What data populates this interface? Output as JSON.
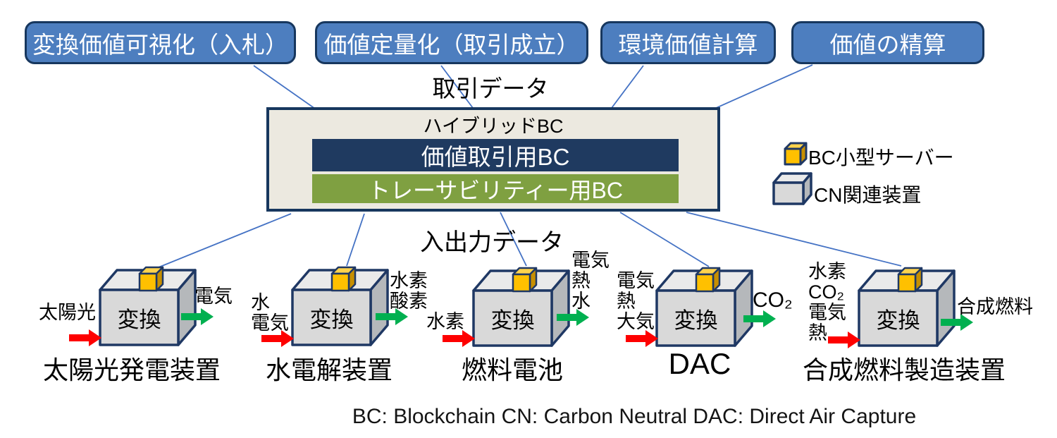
{
  "header_boxes": [
    {
      "label": "変換価値可視化（入札）"
    },
    {
      "label": "価値定量化（取引成立）"
    },
    {
      "label": "環境価値計算"
    },
    {
      "label": "価値の精算"
    }
  ],
  "flow_labels": {
    "top": "取引データ",
    "bottom": "入出力データ"
  },
  "hybrid_bc": {
    "title": "ハイブリッドBC",
    "trading": "価値取引用BC",
    "traceability": "トレーサビリティー用BC"
  },
  "legend": [
    {
      "icon": "bc-server-cube-icon",
      "label": "BC小型サーバー"
    },
    {
      "icon": "cn-device-box-icon",
      "label": "CN関連装置"
    }
  ],
  "devices": [
    {
      "name": "太陽光発電装置",
      "process": "変換",
      "inputs": [
        "太陽光"
      ],
      "outputs": [
        "電気"
      ]
    },
    {
      "name": "水電解装置",
      "process": "変換",
      "inputs": [
        "水",
        "電気"
      ],
      "outputs": [
        "水素",
        "酸素"
      ]
    },
    {
      "name": "燃料電池",
      "process": "変換",
      "inputs": [
        "水素"
      ],
      "outputs": [
        "電気",
        "熱",
        "水"
      ]
    },
    {
      "name": "DAC",
      "process": "変換",
      "inputs": [
        "電気",
        "熱",
        "大気"
      ],
      "outputs": [
        "CO₂"
      ]
    },
    {
      "name": "合成燃料製造装置",
      "process": "変換",
      "inputs": [
        "水素",
        "CO₂",
        "電気",
        "熱"
      ],
      "outputs": [
        "合成燃料"
      ]
    }
  ],
  "footnote": "BC: Blockchain  CN: Carbon Neutral  DAC: Direct Air Capture",
  "colors": {
    "accent_blue": "#4d7ebf",
    "navy_border": "#17375e",
    "dark_bar": "#1f3a60",
    "green_bar": "#7fa041",
    "connector_blue": "#4472c4",
    "panel_bg": "#ece9e0",
    "red_arrow": "#fe0000",
    "green_arrow": "#00b050",
    "gold_cube": "#ffc000",
    "device_gray": "#d9d9d9"
  }
}
